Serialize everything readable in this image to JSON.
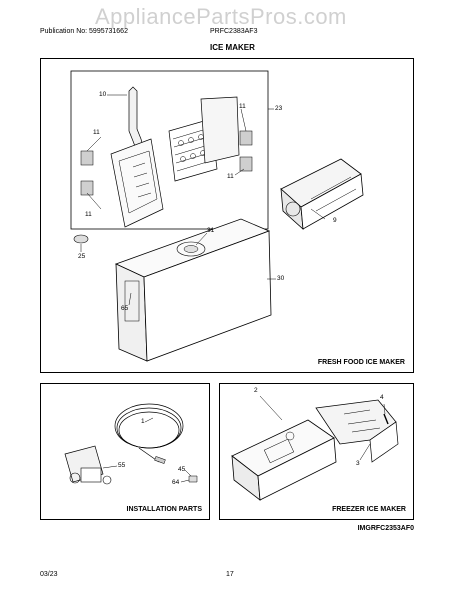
{
  "watermark": "AppliancePartsPros.com",
  "header": {
    "publication": "Publication No: 5995731662",
    "model": "PRFC2383AF3",
    "title": "ICE MAKER"
  },
  "panels": {
    "fresh_food": {
      "label": "FRESH FOOD ICE MAKER"
    },
    "installation": {
      "label": "INSTALLATION PARTS"
    },
    "freezer": {
      "label": "FREEZER ICE MAKER"
    }
  },
  "callouts": {
    "c10": "10",
    "c11a": "11",
    "c11b": "11",
    "c11c": "11",
    "c11d": "11",
    "c23": "23",
    "c9": "9",
    "c31": "31",
    "c25": "25",
    "c30": "30",
    "c65": "65",
    "c1": "1",
    "c55": "55",
    "c45": "45",
    "c64": "64",
    "c2": "2",
    "c4": "4",
    "c3": "3"
  },
  "image_id": "IMGRFC2353AF0",
  "footer": {
    "date": "03/23",
    "page": "17"
  }
}
